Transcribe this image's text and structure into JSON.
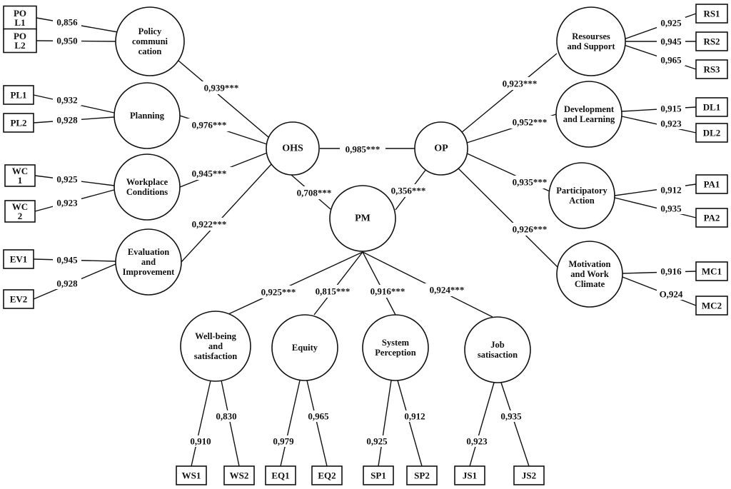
{
  "constructs": {
    "ohs": "OHS",
    "op": "OP",
    "pm": "PM",
    "policy": [
      "Policy",
      "communi",
      "cation"
    ],
    "planning": [
      "Planning"
    ],
    "workplace": [
      "Workplace",
      "Conditions"
    ],
    "evaluation": [
      "Evaluation",
      "and",
      "Improvement"
    ],
    "resources": [
      "Resourses",
      "and Support"
    ],
    "development": [
      "Development",
      "and Learning"
    ],
    "participatory": [
      "Participatory",
      "Action"
    ],
    "motivation": [
      "Motivation",
      "and Work",
      "Climate"
    ],
    "wellbeing": [
      "Well-being",
      "and",
      "satisfaction"
    ],
    "equity": [
      "Equity"
    ],
    "system": [
      "System",
      "Perception"
    ],
    "job": [
      "Job",
      "satisaction"
    ]
  },
  "indicators": {
    "pol1": [
      "PO",
      "L1"
    ],
    "pol2": [
      "PO",
      "L2"
    ],
    "pl1": [
      "PL1"
    ],
    "pl2": [
      "PL2"
    ],
    "wc1": [
      "WC",
      "1"
    ],
    "wc2": [
      "WC",
      "2"
    ],
    "ev1": [
      "EV1"
    ],
    "ev2": [
      "EV2"
    ],
    "rs1": [
      "RS1"
    ],
    "rs2": [
      "RS2"
    ],
    "rs3": [
      "RS3"
    ],
    "dl1": [
      "DL1"
    ],
    "dl2": [
      "DL2"
    ],
    "pa1": [
      "PA1"
    ],
    "pa2": [
      "PA2"
    ],
    "mc1": [
      "MC1"
    ],
    "mc2": [
      "MC2"
    ],
    "ws1": [
      "WS1"
    ],
    "ws2": [
      "WS2"
    ],
    "eq1": [
      "EQ1"
    ],
    "eq2": [
      "EQ2"
    ],
    "sp1": [
      "SP1"
    ],
    "sp2": [
      "SP2"
    ],
    "js1": [
      "JS1"
    ],
    "js2": [
      "JS2"
    ]
  },
  "structural_paths": {
    "policy_ohs": "0,939***",
    "planning_ohs": "0,976***",
    "workplace_ohs": "0,945***",
    "evaluation_ohs": "0,922***",
    "ohs_op": "0,985***",
    "ohs_pm": "0,708***",
    "op_pm": "0,356***",
    "op_resources": "0,923***",
    "op_development": "0,952***",
    "op_participatory": "0,935***",
    "op_motivation": "0,926***",
    "pm_wellbeing": "0,925***",
    "pm_equity": "0,815***",
    "pm_system": "0,916***",
    "pm_job": "0,924***"
  },
  "loadings": {
    "pol1": "0,856",
    "pol2": "0,950",
    "pl1": "0,932",
    "pl2": "0,928",
    "wc1": "0,925",
    "wc2": "0,923",
    "ev1": "0,945",
    "ev2": "0,928",
    "rs1": "0,925",
    "rs2": "0,945",
    "rs3": "0,965",
    "dl1": "0,915",
    "dl2": "0,923",
    "pa1": "0,912",
    "pa2": "0,935",
    "mc1": "0,916",
    "mc2": "O,924",
    "ws1": "0,910",
    "ws2": "0,830",
    "eq1": "0,979",
    "eq2": "0,965",
    "sp1": "0,925",
    "sp2": "0,912",
    "js1": "0,923",
    "js2": "0,935"
  }
}
